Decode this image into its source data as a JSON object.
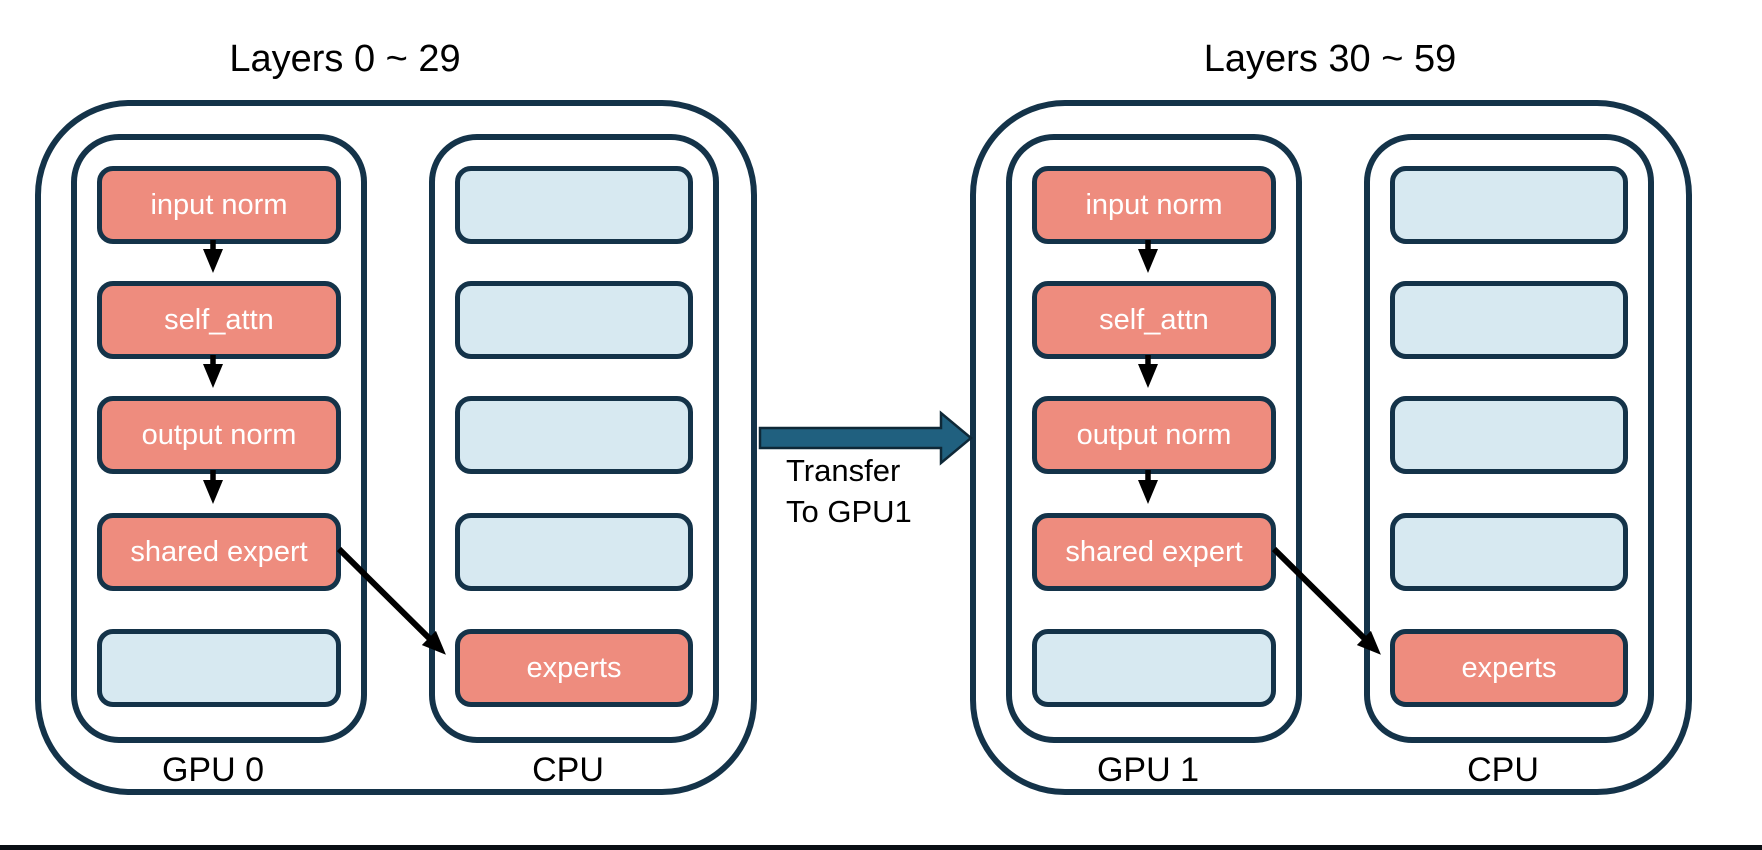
{
  "colors": {
    "background": "#FFFFFF",
    "border-navy": "#143349",
    "salmon": "#EE8C7E",
    "light-blue": "#D7E9F1",
    "arrow-black": "#000000",
    "transfer-steel": "#20607F",
    "transfer-outline": "#0E2837",
    "text-black": "#000000",
    "text-white": "#FFFFFF",
    "bottom-bar": "#0A0F14"
  },
  "left_group": {
    "title": "Layers 0 ~ 29",
    "gpu": {
      "label": "GPU 0",
      "boxes": [
        "input norm",
        "self_attn",
        "output norm",
        "shared expert"
      ]
    },
    "cpu": {
      "label": "CPU",
      "experts": "experts"
    }
  },
  "right_group": {
    "title": "Layers 30 ~ 59",
    "gpu": {
      "label": "GPU 1",
      "boxes": [
        "input norm",
        "self_attn",
        "output norm",
        "shared expert"
      ]
    },
    "cpu": {
      "label": "CPU",
      "experts": "experts"
    }
  },
  "transfer": {
    "line1": "Transfer",
    "line2": "To GPU1"
  }
}
